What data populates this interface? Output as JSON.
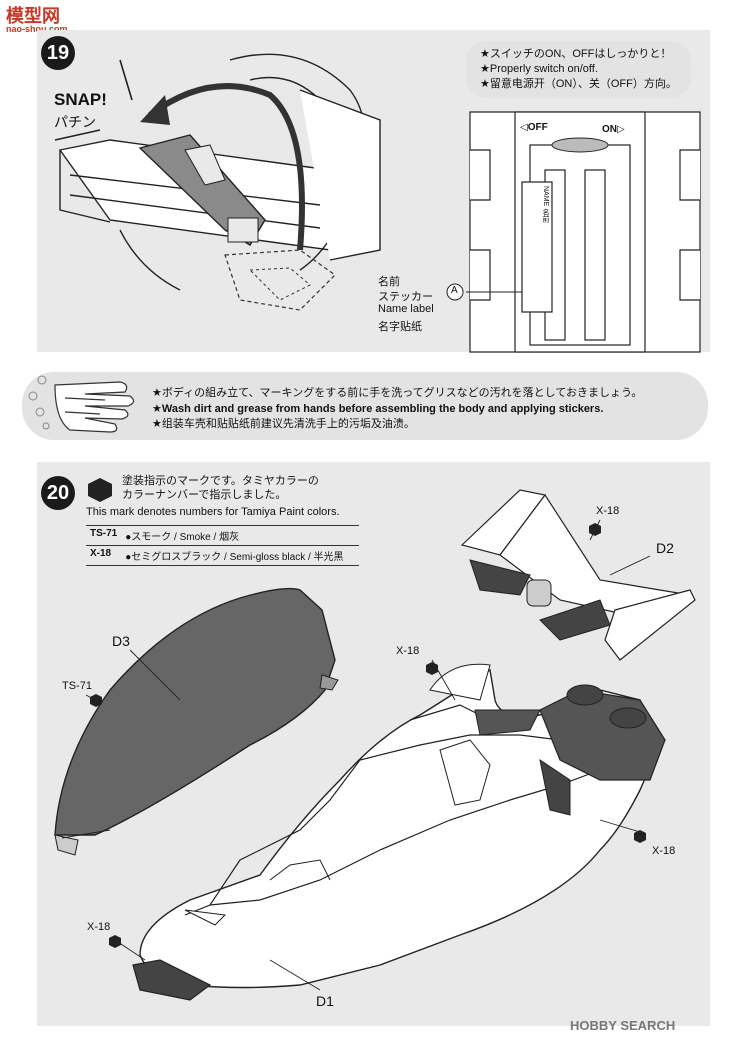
{
  "watermark": {
    "top_left_cn": "模型网",
    "top_left_url": "nao-shou.com",
    "bottom_right": "HOBBY SEARCH"
  },
  "step19": {
    "number": "19",
    "snap_en": "SNAP!",
    "snap_jp": "パチン",
    "notes": [
      "★スイッチのON、OFFはしっかりと！",
      "★Properly switch on/off.",
      "★留意电源开（ON）、关（OFF）方向。"
    ],
    "off_label": "◁OFF",
    "on_label": "ON▷",
    "name_tag": "NAME 名前",
    "sticker_label": [
      "名前",
      "ステッカー",
      "Name label",
      "名字贴纸"
    ],
    "sticker_marker": "A"
  },
  "banner": {
    "lines": [
      "★ボディの組み立て、マーキングをする前に手を洗ってグリスなどの汚れを落としておきましょう。",
      "★Wash dirt and grease from hands before assembling the body and applying stickers.",
      "★组装车壳和贴贴纸前建议先清洗手上的污垢及油渍。"
    ]
  },
  "step20": {
    "number": "20",
    "intro_jp_1": "塗装指示のマークです。タミヤカラーの",
    "intro_jp_2": "カラーナンバーで指示しました。",
    "intro_en": "This mark denotes numbers for Tamiya Paint colors.",
    "paints": [
      {
        "code": "TS-71",
        "desc": "●スモーク / Smoke / 烟灰"
      },
      {
        "code": "X-18",
        "desc": "●セミグロスブラック / Semi-gloss black / 半光黑"
      }
    ],
    "labels": {
      "d1": "D1",
      "d2": "D2",
      "d3": "D3",
      "ts71": "TS-71",
      "x18": "X-18"
    }
  }
}
